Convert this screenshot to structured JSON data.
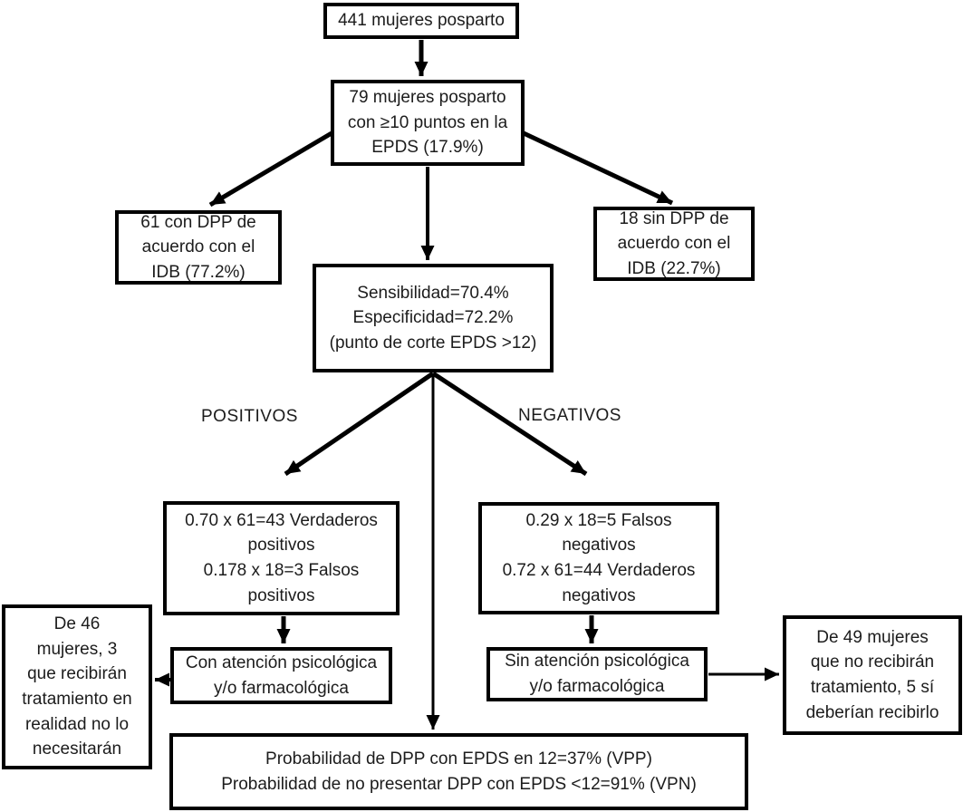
{
  "diagram": {
    "type": "flowchart",
    "language": "es",
    "colors": {
      "background": "#ffffff",
      "box_border": "#000000",
      "text": "#1c1c1c",
      "arrow": "#000000"
    },
    "nodes": {
      "total": {
        "text": "441 mujeres posparto"
      },
      "screened": {
        "text": "79 mujeres posparto\ncon ≥10 puntos en la\nEPDS (17.9%)"
      },
      "with_dpp": {
        "text": "61 con DPP de\nacuerdo con el\nIDB (77.2%)"
      },
      "without_dpp": {
        "text": "18 sin DPP de\nacuerdo con el\nIDB (22.7%)"
      },
      "sens_spec": {
        "text": "Sensibilidad=70.4%\nEspecificidad=72.2%\n(punto de corte EPDS >12)"
      },
      "true_false_positives": {
        "text": "0.70 x 61=43 Verdaderos\npositivos\n0.178 x 18=3 Falsos\npositivos"
      },
      "false_true_negatives": {
        "text": "0.29 x 18=5 Falsos\nnegativos\n0.72 x 61=44 Verdaderos\nnegativos"
      },
      "with_care": {
        "text": "Con atención psicológica\ny/o farmacológica"
      },
      "without_care": {
        "text": "Sin atención psicológica\ny/o farmacológica"
      },
      "overtreated": {
        "text": "De 46\nmujeres, 3\nque recibirán\ntratamiento en\nrealidad no lo\nnecesitarán"
      },
      "undertreated": {
        "text": "De 49 mujeres\nque no recibirán\ntratamiento, 5 sí\ndeberían recibirlo"
      },
      "predictive_values": {
        "text": "Probabilidad de DPP con EPDS en 12=37% (VPP)\nProbabilidad de no presentar DPP con EPDS <12=91% (VPN)"
      }
    },
    "branch_labels": {
      "positive": "POSITIVOS",
      "negative": "NEGATIVOS"
    },
    "edges": [
      {
        "from": "total",
        "to": "screened"
      },
      {
        "from": "screened",
        "to": "with_dpp"
      },
      {
        "from": "screened",
        "to": "without_dpp"
      },
      {
        "from": "screened",
        "to": "sens_spec"
      },
      {
        "from": "sens_spec",
        "to": "true_false_positives",
        "label": "POSITIVOS"
      },
      {
        "from": "sens_spec",
        "to": "false_true_negatives",
        "label": "NEGATIVOS"
      },
      {
        "from": "sens_spec",
        "to": "predictive_values"
      },
      {
        "from": "true_false_positives",
        "to": "with_care"
      },
      {
        "from": "false_true_negatives",
        "to": "without_care"
      },
      {
        "from": "with_care",
        "to": "overtreated"
      },
      {
        "from": "without_care",
        "to": "undertreated"
      }
    ]
  }
}
